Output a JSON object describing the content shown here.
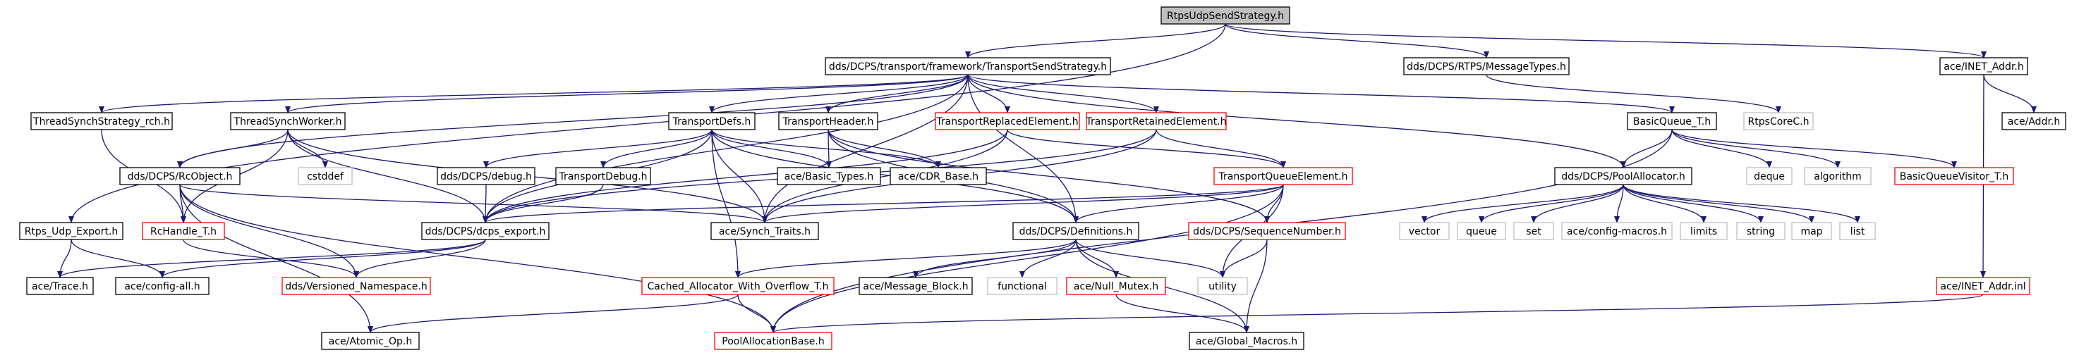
{
  "colors": {
    "normal_border": "#000000",
    "missing_border": "#ff0000",
    "external_border": "#bfbfbf",
    "root_fill": "#bfbfbf",
    "edge": "#191970"
  },
  "nodes": [
    {
      "id": "root",
      "label": "RtpsUdpSendStrategy.h",
      "kind": "root"
    },
    {
      "id": "tss",
      "label": "dds/DCPS/transport/framework/TransportSendStrategy.h",
      "kind": "normal"
    },
    {
      "id": "msgtypes",
      "label": "dds/DCPS/RTPS/MessageTypes.h",
      "kind": "normal"
    },
    {
      "id": "inetaddr",
      "label": "ace/INET_Addr.h",
      "kind": "normal"
    },
    {
      "id": "tsrch",
      "label": "ThreadSynchStrategy_rch.h",
      "kind": "normal"
    },
    {
      "id": "tsw",
      "label": "ThreadSynchWorker.h",
      "kind": "normal"
    },
    {
      "id": "tdefs",
      "label": "TransportDefs.h",
      "kind": "normal"
    },
    {
      "id": "theader",
      "label": "TransportHeader.h",
      "kind": "normal"
    },
    {
      "id": "trepl",
      "label": "TransportReplacedElement.h",
      "kind": "missing"
    },
    {
      "id": "tret",
      "label": "TransportRetainedElement.h",
      "kind": "missing"
    },
    {
      "id": "bqt",
      "label": "BasicQueue_T.h",
      "kind": "normal"
    },
    {
      "id": "rtpscore",
      "label": "RtpsCoreC.h",
      "kind": "external"
    },
    {
      "id": "aceaddr",
      "label": "ace/Addr.h",
      "kind": "normal"
    },
    {
      "id": "rcobj",
      "label": "dds/DCPS/RcObject.h",
      "kind": "normal"
    },
    {
      "id": "cstddef",
      "label": "cstddef",
      "kind": "external"
    },
    {
      "id": "debug",
      "label": "dds/DCPS/debug.h",
      "kind": "normal"
    },
    {
      "id": "tdebug",
      "label": "TransportDebug.h",
      "kind": "normal"
    },
    {
      "id": "basictypes",
      "label": "ace/Basic_Types.h",
      "kind": "normal"
    },
    {
      "id": "cdrbase",
      "label": "ace/CDR_Base.h",
      "kind": "normal"
    },
    {
      "id": "tqe",
      "label": "TransportQueueElement.h",
      "kind": "missing"
    },
    {
      "id": "poolalloc",
      "label": "dds/DCPS/PoolAllocator.h",
      "kind": "normal"
    },
    {
      "id": "deque",
      "label": "deque",
      "kind": "external"
    },
    {
      "id": "algorithm",
      "label": "algorithm",
      "kind": "external"
    },
    {
      "id": "bqvisitor",
      "label": "BasicQueueVisitor_T.h",
      "kind": "missing"
    },
    {
      "id": "rtpsudpexport",
      "label": "Rtps_Udp_Export.h",
      "kind": "normal"
    },
    {
      "id": "rchandle",
      "label": "RcHandle_T.h",
      "kind": "missing"
    },
    {
      "id": "dcpsexport",
      "label": "dds/DCPS/dcps_export.h",
      "kind": "normal"
    },
    {
      "id": "synchtraits",
      "label": "ace/Synch_Traits.h",
      "kind": "normal"
    },
    {
      "id": "definitions",
      "label": "dds/DCPS/Definitions.h",
      "kind": "normal"
    },
    {
      "id": "seqnum",
      "label": "dds/DCPS/SequenceNumber.h",
      "kind": "missing"
    },
    {
      "id": "vector",
      "label": "vector",
      "kind": "external"
    },
    {
      "id": "queue",
      "label": "queue",
      "kind": "external"
    },
    {
      "id": "set",
      "label": "set",
      "kind": "external"
    },
    {
      "id": "configmacros",
      "label": "ace/config-macros.h",
      "kind": "external"
    },
    {
      "id": "limits",
      "label": "limits",
      "kind": "external"
    },
    {
      "id": "string",
      "label": "string",
      "kind": "external"
    },
    {
      "id": "map",
      "label": "map",
      "kind": "external"
    },
    {
      "id": "list",
      "label": "list",
      "kind": "external"
    },
    {
      "id": "trace",
      "label": "ace/Trace.h",
      "kind": "normal"
    },
    {
      "id": "configall",
      "label": "ace/config-all.h",
      "kind": "normal"
    },
    {
      "id": "versioned",
      "label": "dds/Versioned_Namespace.h",
      "kind": "missing"
    },
    {
      "id": "cachedalloc",
      "label": "Cached_Allocator_With_Overflow_T.h",
      "kind": "missing"
    },
    {
      "id": "msgblock",
      "label": "ace/Message_Block.h",
      "kind": "normal"
    },
    {
      "id": "functional",
      "label": "functional",
      "kind": "external"
    },
    {
      "id": "nullmutex",
      "label": "ace/Null_Mutex.h",
      "kind": "missing"
    },
    {
      "id": "utility",
      "label": "utility",
      "kind": "external"
    },
    {
      "id": "inetaddrinl",
      "label": "ace/INET_Addr.inl",
      "kind": "missing"
    },
    {
      "id": "atomicop",
      "label": "ace/Atomic_Op.h",
      "kind": "normal"
    },
    {
      "id": "poolallocbase",
      "label": "PoolAllocationBase.h",
      "kind": "missing"
    },
    {
      "id": "globalmacros",
      "label": "ace/Global_Macros.h",
      "kind": "normal"
    }
  ],
  "edges": [
    [
      "root",
      "tss"
    ],
    [
      "root",
      "msgtypes"
    ],
    [
      "root",
      "inetaddr"
    ],
    [
      "root",
      "rtpsudpexport"
    ],
    [
      "tss",
      "tsrch"
    ],
    [
      "tss",
      "tsw"
    ],
    [
      "tss",
      "tdefs"
    ],
    [
      "tss",
      "theader"
    ],
    [
      "tss",
      "trepl"
    ],
    [
      "tss",
      "tret"
    ],
    [
      "tss",
      "bqt"
    ],
    [
      "tss",
      "poolalloc"
    ],
    [
      "tss",
      "rcobj"
    ],
    [
      "tss",
      "dcpsexport"
    ],
    [
      "tss",
      "synchtraits"
    ],
    [
      "tss",
      "definitions"
    ],
    [
      "msgtypes",
      "rtpscore"
    ],
    [
      "inetaddr",
      "aceaddr"
    ],
    [
      "inetaddr",
      "inetaddrinl"
    ],
    [
      "tsrch",
      "rchandle"
    ],
    [
      "tsw",
      "rcobj"
    ],
    [
      "tsw",
      "cstddef"
    ],
    [
      "tsw",
      "dcpsexport"
    ],
    [
      "tsw",
      "synchtraits"
    ],
    [
      "tsw",
      "rchandle"
    ],
    [
      "tdefs",
      "debug"
    ],
    [
      "tdefs",
      "tdebug"
    ],
    [
      "tdefs",
      "basictypes"
    ],
    [
      "tdefs",
      "cdrbase"
    ],
    [
      "tdefs",
      "dcpsexport"
    ],
    [
      "tdefs",
      "synchtraits"
    ],
    [
      "tdefs",
      "definitions"
    ],
    [
      "tdefs",
      "cachedalloc"
    ],
    [
      "theader",
      "basictypes"
    ],
    [
      "theader",
      "cdrbase"
    ],
    [
      "theader",
      "seqnum"
    ],
    [
      "theader",
      "definitions"
    ],
    [
      "trepl",
      "tqe"
    ],
    [
      "trepl",
      "dcpsexport"
    ],
    [
      "trepl",
      "synchtraits"
    ],
    [
      "tret",
      "tqe"
    ],
    [
      "tret",
      "dcpsexport"
    ],
    [
      "tret",
      "synchtraits"
    ],
    [
      "bqt",
      "poolalloc"
    ],
    [
      "bqt",
      "deque"
    ],
    [
      "bqt",
      "algorithm"
    ],
    [
      "bqt",
      "bqvisitor"
    ],
    [
      "bqt",
      "poolallocbase"
    ],
    [
      "rcobj",
      "rchandle"
    ],
    [
      "rcobj",
      "synchtraits"
    ],
    [
      "rcobj",
      "versioned"
    ],
    [
      "rcobj",
      "atomicop"
    ],
    [
      "rcobj",
      "poolallocbase"
    ],
    [
      "debug",
      "dcpsexport"
    ],
    [
      "tdebug",
      "dcpsexport"
    ],
    [
      "tqe",
      "dcpsexport"
    ],
    [
      "tqe",
      "synchtraits"
    ],
    [
      "tqe",
      "definitions"
    ],
    [
      "tqe",
      "seqnum"
    ],
    [
      "tqe",
      "utility"
    ],
    [
      "tqe",
      "poolallocbase"
    ],
    [
      "poolalloc",
      "vector"
    ],
    [
      "poolalloc",
      "queue"
    ],
    [
      "poolalloc",
      "set"
    ],
    [
      "poolalloc",
      "configmacros"
    ],
    [
      "poolalloc",
      "limits"
    ],
    [
      "poolalloc",
      "string"
    ],
    [
      "poolalloc",
      "map"
    ],
    [
      "poolalloc",
      "list"
    ],
    [
      "rtpsudpexport",
      "trace"
    ],
    [
      "rtpsudpexport",
      "configall"
    ],
    [
      "rchandle",
      "versioned"
    ],
    [
      "dcpsexport",
      "trace"
    ],
    [
      "dcpsexport",
      "configall"
    ],
    [
      "dcpsexport",
      "versioned"
    ],
    [
      "definitions",
      "cachedalloc"
    ],
    [
      "definitions",
      "msgblock"
    ],
    [
      "definitions",
      "functional"
    ],
    [
      "definitions",
      "nullmutex"
    ],
    [
      "definitions",
      "utility"
    ],
    [
      "definitions",
      "globalmacros"
    ],
    [
      "seqnum",
      "utility"
    ],
    [
      "seqnum",
      "globalmacros"
    ],
    [
      "cachedalloc",
      "atomicop"
    ],
    [
      "cachedalloc",
      "poolallocbase"
    ],
    [
      "nullmutex",
      "globalmacros"
    ],
    [
      "inetaddrinl",
      "poolallocbase"
    ]
  ]
}
